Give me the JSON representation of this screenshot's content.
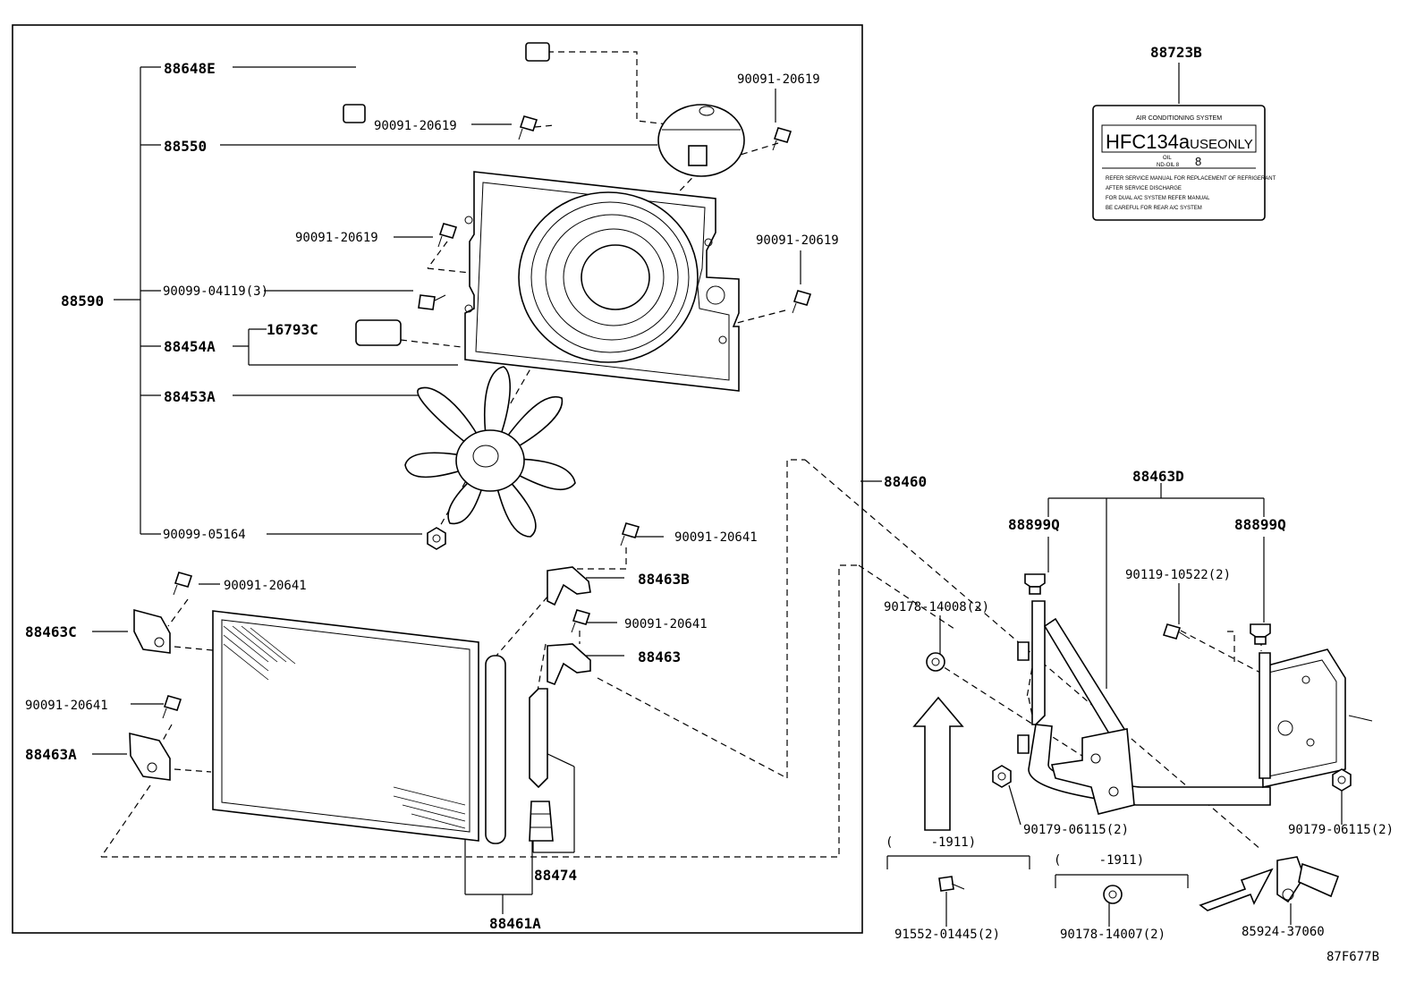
{
  "figure_code": "87F677B",
  "label": {
    "header": "AIR CONDITIONING SYSTEM",
    "main": "HFC134a",
    "suffix": "USEONLY",
    "oil_type": "OIL",
    "oil_grade": "ND-OIL 8",
    "oil_num": "8",
    "note_line1": "REFER SERVICE MANUAL FOR REPLACEMENT OF REFRIGERANT",
    "note_line2": "AFTER SERVICE DISCHARGE",
    "note_line3": "FOR DUAL A/C SYSTEM REFER MANUAL",
    "note_line4": "BE CAREFUL FOR REAR A/C SYSTEM"
  },
  "parts": {
    "p88723B": "88723B",
    "p88648E": "88648E",
    "p88550": "88550",
    "p88590": "88590",
    "p90099_04119": "90099-04119(3)",
    "p88454A": "88454A",
    "p16793C": "16793C",
    "p88453A": "88453A",
    "p90099_05164": "90099-05164",
    "p90091_20619_a": "90091-20619",
    "p90091_20619_b": "90091-20619",
    "p90091_20619_c": "90091-20619",
    "p90091_20619_d": "90091-20619",
    "p88460": "88460",
    "p90091_20641_a": "90091-20641",
    "p90091_20641_b": "90091-20641",
    "p90091_20641_c": "90091-20641",
    "p90091_20641_d": "90091-20641",
    "p88463B": "88463B",
    "p88463": "88463",
    "p88463C": "88463C",
    "p88463A": "88463A",
    "p88474": "88474",
    "p88461A": "88461A",
    "p88463D": "88463D",
    "p88899Q_a": "88899Q",
    "p88899Q_b": "88899Q",
    "p90119_10522": "90119-10522(2)",
    "p90178_14008": "90178-14008(2)",
    "p90179_06115_a": "90179-06115(2)",
    "p90179_06115_b": "90179-06115(2)",
    "p91552_01445": "91552-01445(2)",
    "p90178_14007": "90178-14007(2)",
    "p85924_37060": "85924-37060",
    "range_a": "(     -1911)",
    "range_b": "(     -1911)"
  }
}
